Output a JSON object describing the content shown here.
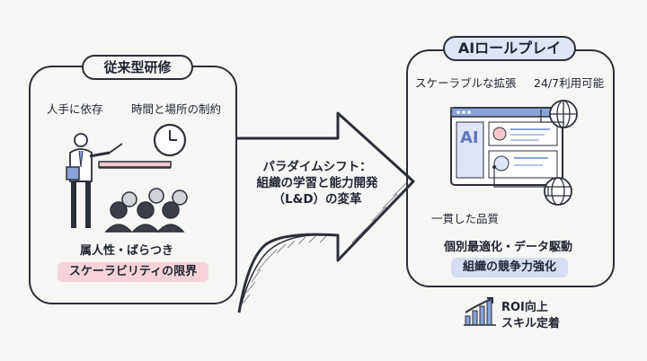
{
  "left_panel": {
    "title": "従来型研修",
    "point1": "人手に依存",
    "point2": "時間と場所の制約",
    "point3": "属人性・ばらつき",
    "highlight": "スケーラビリティの限界"
  },
  "center": {
    "line1": "パラダイムシフト：",
    "line2": "組織の学習と能力開発",
    "line3": "（L&D）の変革"
  },
  "right_panel": {
    "title": "AIロールプレイ",
    "point1": "スケーラブルな拡張",
    "point2": "24/7利用可能",
    "screen_label": "AI",
    "point3": "一貫した品質",
    "point4": "個別最適化・データ駆動",
    "highlight": "組織の競争力強化"
  },
  "result": {
    "line1": "ROI向上",
    "line2": "スキル定着"
  },
  "colors": {
    "left_highlight_bg": "#f6d3d8",
    "right_highlight_bg": "#d6ddf3",
    "title_pill_right": "#dfe5f7",
    "accent_blue": "#8aa2d8"
  },
  "icons": [
    "clock-icon",
    "teacher-icon",
    "audience-icon",
    "laptop-ai-icon",
    "globe-icon",
    "chart-growth-icon",
    "arrow-icon"
  ]
}
